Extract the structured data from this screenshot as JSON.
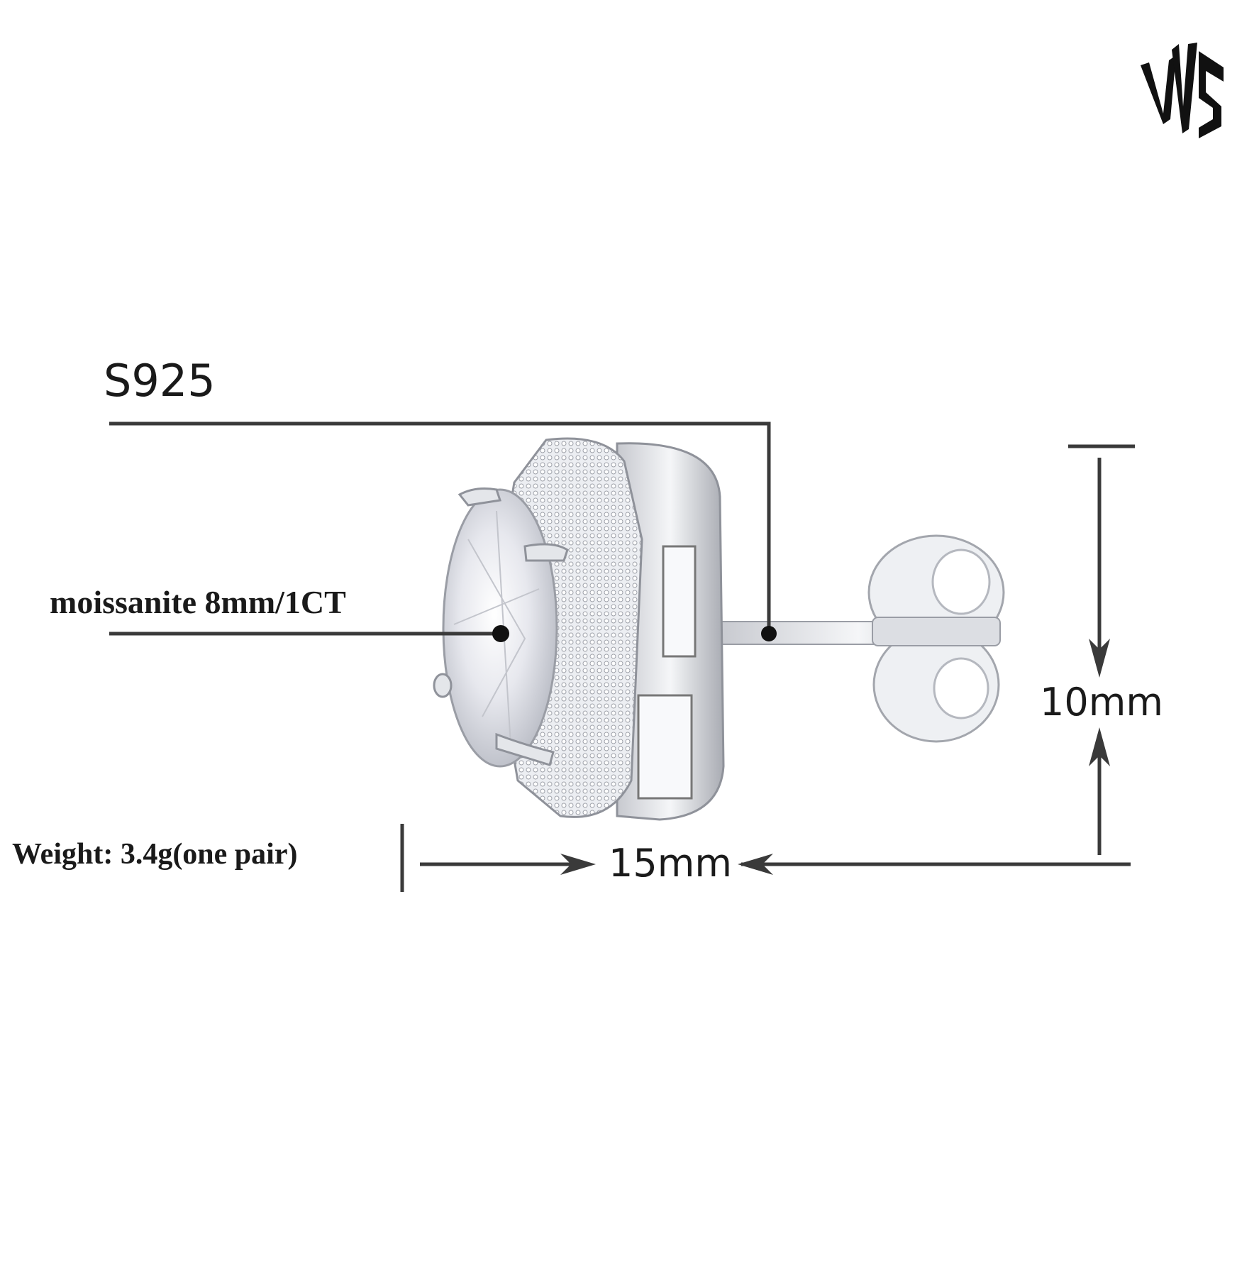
{
  "logo": {
    "text": "VVS"
  },
  "labels": {
    "material": "S925",
    "stone": "moissanite 8mm/1CT",
    "height": "10mm",
    "width": "15mm",
    "weight": "Weight: 3.4g(one pair)"
  },
  "colors": {
    "line": "#3a3a3a",
    "text": "#1a1a1a",
    "metal": "#d9dbe0"
  }
}
